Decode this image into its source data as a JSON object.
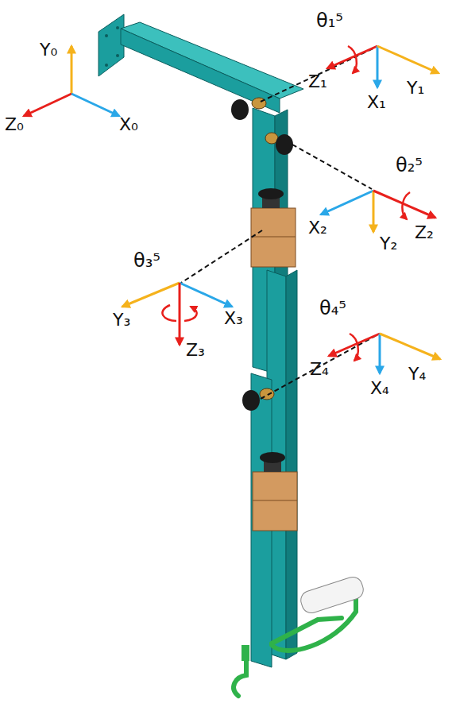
{
  "diagram": {
    "labels": [
      "θ₁⁵",
      "Y₀",
      "Z₁",
      "X₁",
      "Y₁",
      "Z₀",
      "X₀",
      "θ₂⁵",
      "X₂",
      "Z₂",
      "Y₂",
      "θ₃⁵",
      "Y₃",
      "X₃",
      "Z₃",
      "θ₄⁵",
      "Z₄",
      "Y₄",
      "X₄"
    ]
  }
}
